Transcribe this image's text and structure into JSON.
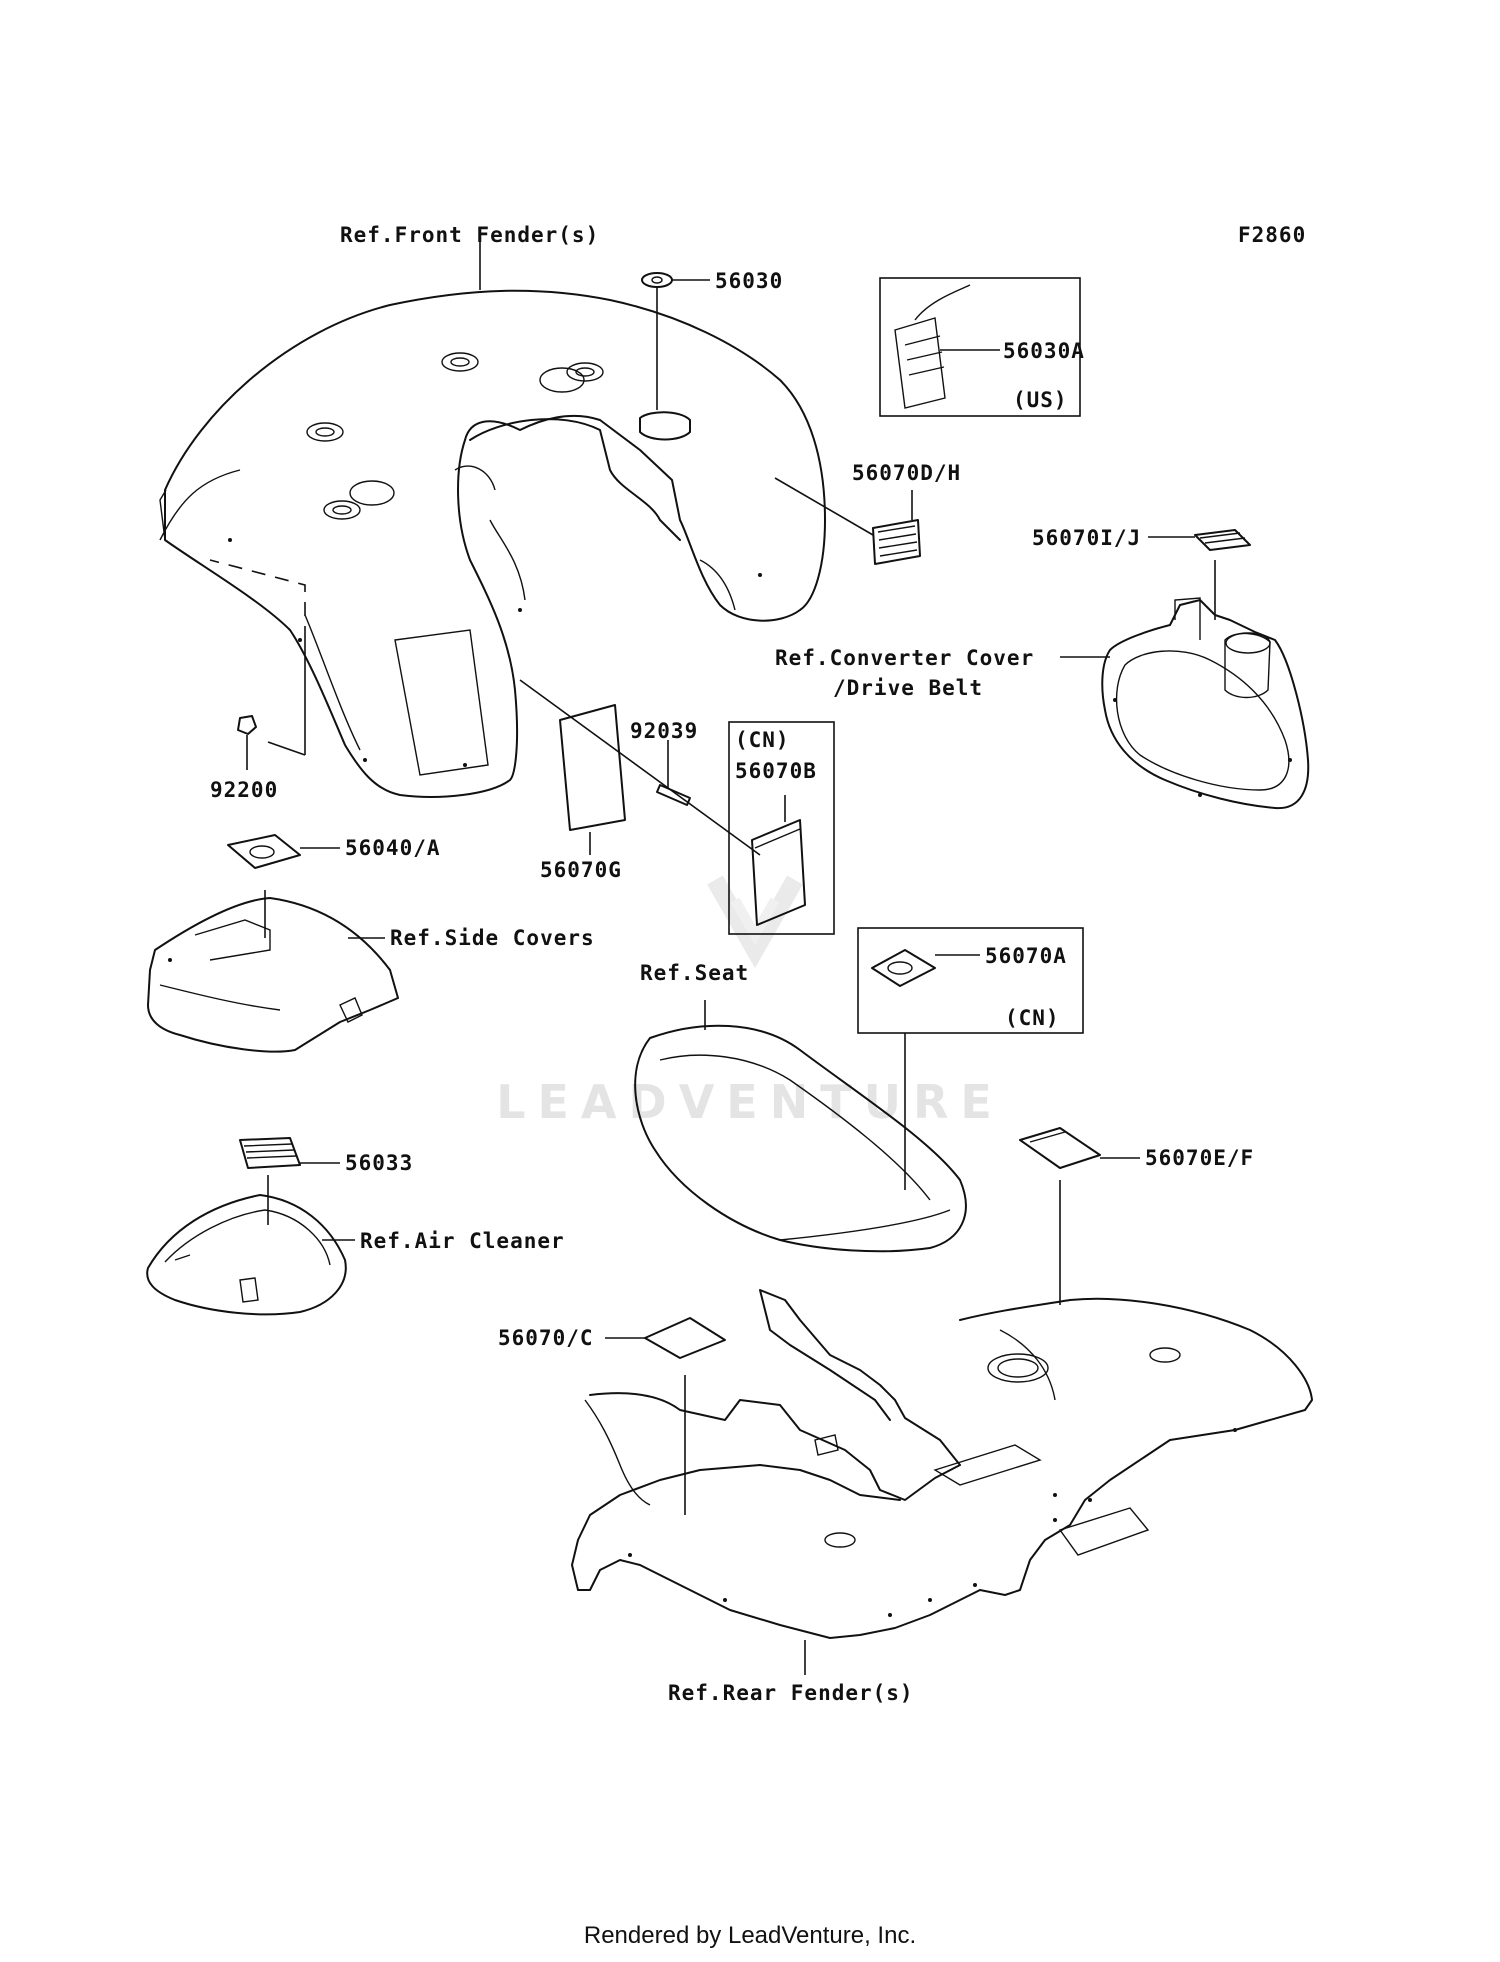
{
  "diagram": {
    "figure_code": "F2860",
    "watermark": "LEADVENTURE",
    "refs": {
      "front_fender": "Ref.Front Fender(s)",
      "converter_cover": "Ref.Converter Cover",
      "drive_belt": "/Drive Belt",
      "side_covers": "Ref.Side Covers",
      "seat": "Ref.Seat",
      "air_cleaner": "Ref.Air Cleaner",
      "rear_fender": "Ref.Rear Fender(s)"
    },
    "parts": {
      "p56030": "56030",
      "p56030A": "56030A",
      "p56030A_region": "(US)",
      "p56070DH": "56070D/H",
      "p56070IJ": "56070I/J",
      "p92200": "92200",
      "p92039": "92039",
      "p56070B_region": "(CN)",
      "p56070B": "56070B",
      "p56070G": "56070G",
      "p56040A": "56040/A",
      "p56070A": "56070A",
      "p56070A_region": "(CN)",
      "p56033": "56033",
      "p56070EF": "56070E/F",
      "p56070C": "56070/C"
    }
  },
  "footer": {
    "text": "Rendered by LeadVenture, Inc."
  }
}
